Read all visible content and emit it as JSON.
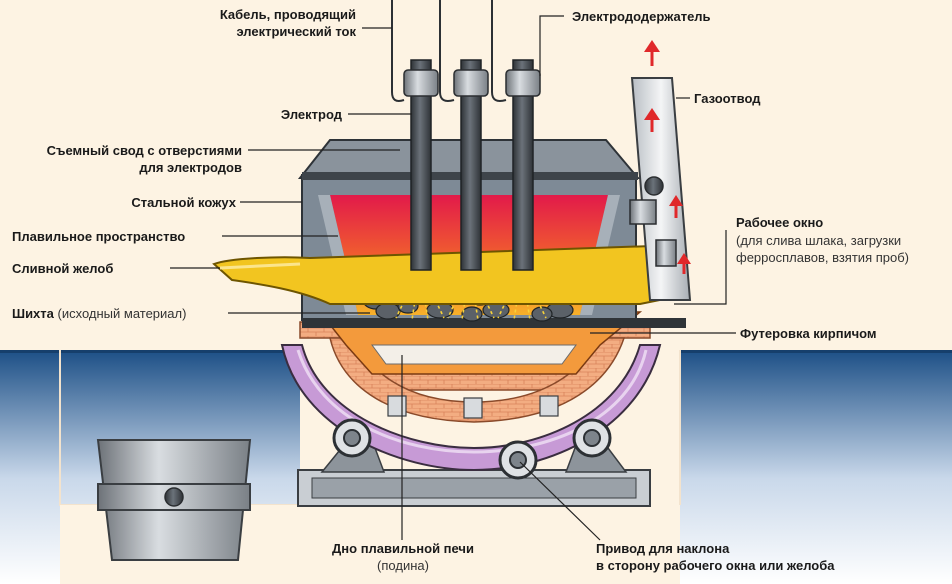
{
  "labels": {
    "cable": [
      "Кабель, проводящий",
      "электрический ток"
    ],
    "electrode_holder": "Электрододержатель",
    "gas_outlet": "Газоотвод",
    "electrode": "Электрод",
    "roof": [
      "Съемный свод с отверстиями",
      "для электродов"
    ],
    "steel_shell": "Стальной кожух",
    "melting_space": "Плавильное пространство",
    "work_window": "Рабочее окно",
    "work_window_note": [
      "(для слива шлака, загрузки",
      "ферросплавов, взятия проб)"
    ],
    "spout": "Сливной желоб",
    "charge": "Шихта",
    "charge_note": "(исходный материал)",
    "lining": "Футеровка кирпичом",
    "hearth": "Дно плавильной печи",
    "hearth_note": "(подина)",
    "drive": [
      "Привод для наклона",
      "в сторону рабочего окна или желоба"
    ]
  },
  "colors": {
    "background": "#fdf3e3",
    "ground": "#1c4f86",
    "shell": "#7e8a96",
    "electrode": "#4a4f55",
    "lining": "#f0a978",
    "pan": "#c79ad6",
    "spout": "#f2c520",
    "arrow": "#e0282a",
    "leader": "#222222"
  }
}
